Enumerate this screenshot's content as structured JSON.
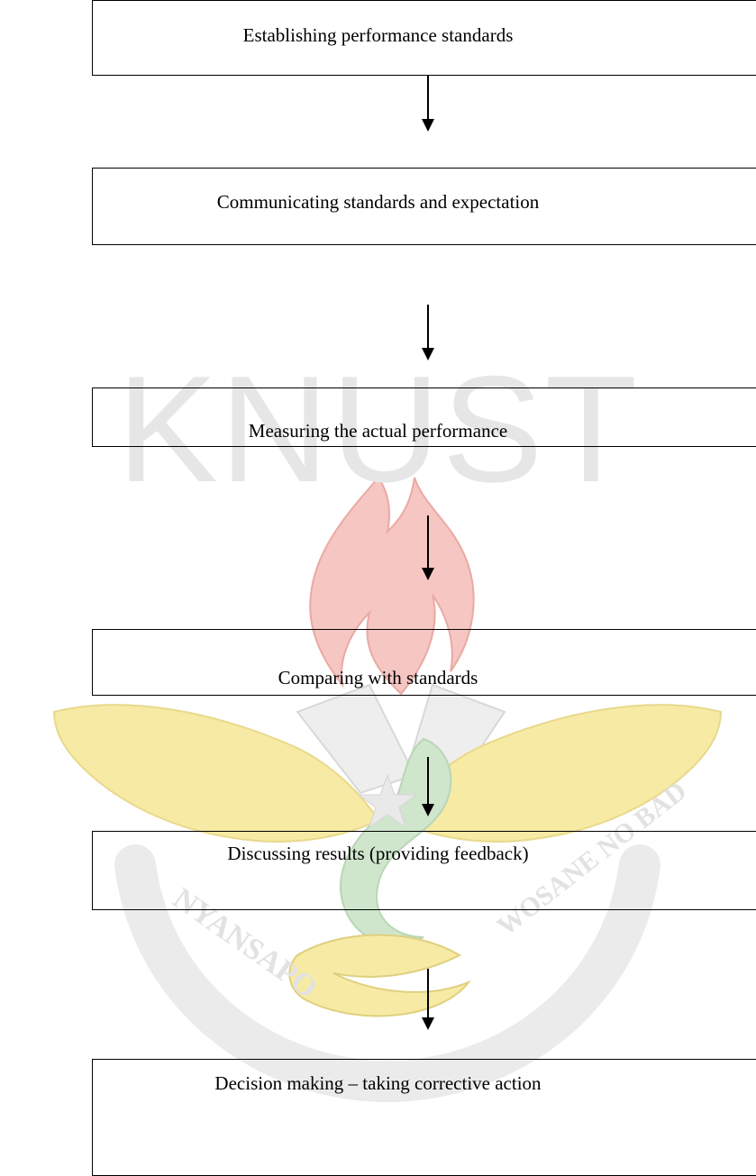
{
  "flow": {
    "steps": [
      {
        "label": "Establishing performance standards"
      },
      {
        "label": "Communicating standards and expectation"
      },
      {
        "label": "Measuring the actual performance"
      },
      {
        "label": "Comparing with standards"
      },
      {
        "label": "Discussing results (providing feedback)"
      },
      {
        "label": "Decision making – taking corrective action"
      }
    ]
  },
  "watermark": {
    "text": "KNUST",
    "motto_left": "NYANSAPO",
    "motto_right": "WOSANE NO BAD",
    "colors": {
      "gray": "#e6e6e6",
      "red": "#f5c6c2",
      "yellow": "#f7eaa5",
      "green": "#cfe6cc",
      "outline": "#e0e0e0"
    }
  }
}
